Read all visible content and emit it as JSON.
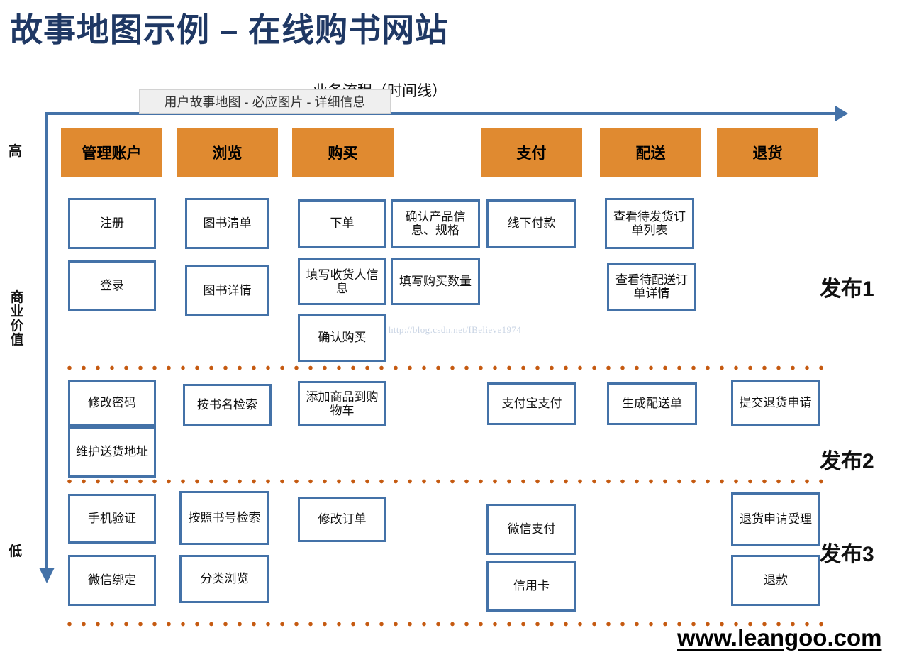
{
  "page": {
    "title": "故事地图示例 – 在线购书网站",
    "watermark": "http://blog.csdn.net/IBelieve1974",
    "footer_url": "www.leangoo.com",
    "accent_orange": "#E08A30",
    "accent_blue": "#4472A8",
    "title_color": "#1F3864",
    "separator_color": "#C55A11"
  },
  "tooltip": {
    "text": "用户故事地图 - 必应图片 - 详细信息"
  },
  "axes": {
    "x_label": "业务流程（时间线）",
    "y_label": "商业价值",
    "y_high": "高",
    "y_low": "低"
  },
  "activities": [
    {
      "label": "管理账户"
    },
    {
      "label": "浏览"
    },
    {
      "label": "购买"
    },
    {
      "label": "支付"
    },
    {
      "label": "配送"
    },
    {
      "label": "退货"
    }
  ],
  "releases": [
    {
      "label": "发布1"
    },
    {
      "label": "发布2"
    },
    {
      "label": "发布3"
    }
  ],
  "stories": {
    "release1": [
      {
        "label": "注册"
      },
      {
        "label": "登录"
      },
      {
        "label": "图书清单"
      },
      {
        "label": "图书详情"
      },
      {
        "label": "下单"
      },
      {
        "label": "填写收货人信息"
      },
      {
        "label": "确认购买"
      },
      {
        "label": "确认产品信息、规格"
      },
      {
        "label": "填写购买数量"
      },
      {
        "label": "线下付款"
      },
      {
        "label": "查看待发货订单列表"
      },
      {
        "label": "查看待配送订单详情"
      }
    ],
    "release2": [
      {
        "label": "修改密码"
      },
      {
        "label": "维护送货地址"
      },
      {
        "label": "按书名检索"
      },
      {
        "label": "添加商品到购物车"
      },
      {
        "label": "支付宝支付"
      },
      {
        "label": "生成配送单"
      },
      {
        "label": "提交退货申请"
      }
    ],
    "release3": [
      {
        "label": "手机验证"
      },
      {
        "label": "微信绑定"
      },
      {
        "label": "按照书号检索"
      },
      {
        "label": "分类浏览"
      },
      {
        "label": "修改订单"
      },
      {
        "label": "微信支付"
      },
      {
        "label": "信用卡"
      },
      {
        "label": "退货申请受理"
      },
      {
        "label": "退款"
      }
    ]
  }
}
